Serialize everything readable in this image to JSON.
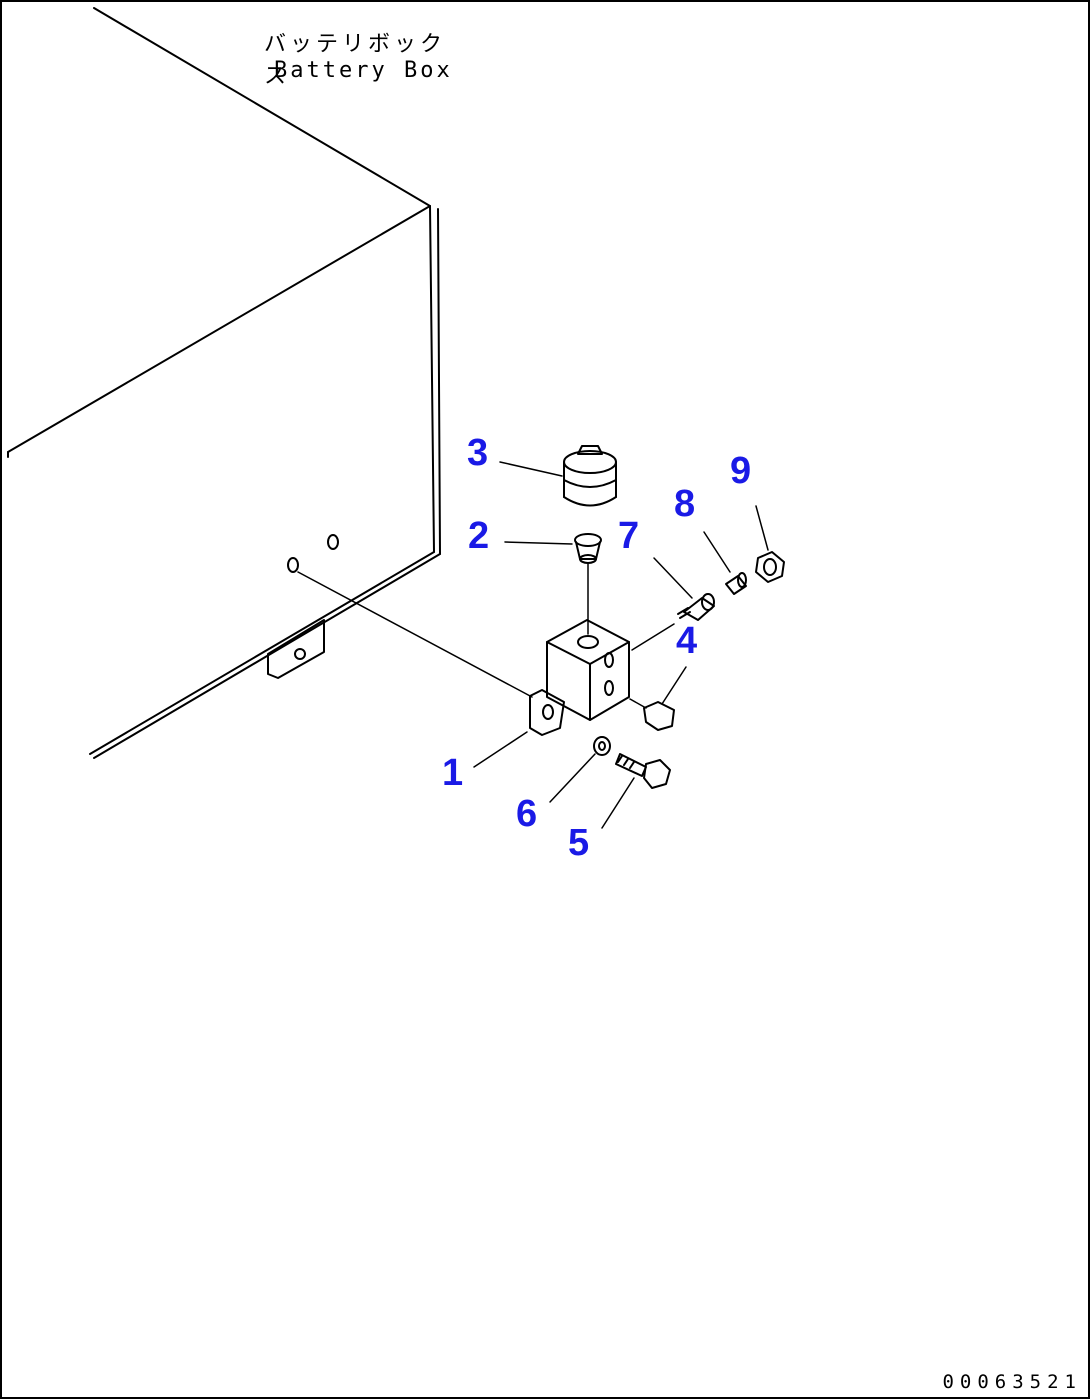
{
  "labels": {
    "battery_box_jp": "バッテリボックス",
    "battery_box_en": "Battery Box"
  },
  "callouts": {
    "c1": "1",
    "c2": "2",
    "c3": "3",
    "c4": "4",
    "c5": "5",
    "c6": "6",
    "c7": "7",
    "c8": "8",
    "c9": "9"
  },
  "drawing_number": "00063521",
  "colors": {
    "callout": "#1a1ae6",
    "line": "#000000",
    "background": "#ffffff"
  }
}
